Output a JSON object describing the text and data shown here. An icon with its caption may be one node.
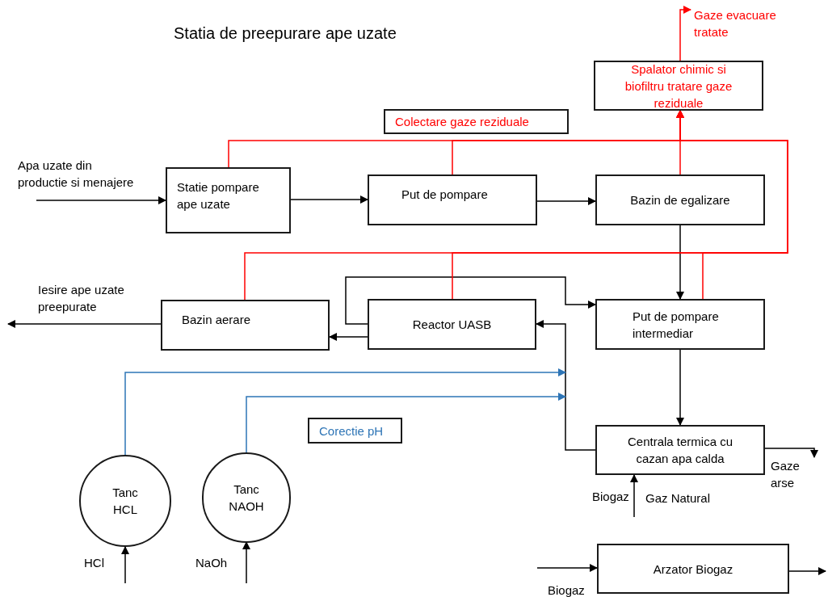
{
  "diagram": {
    "title": "Statia de preepurare ape uzate",
    "nodes": [
      {
        "text": [
          "Statie pompare ape uzate"
        ]
      },
      {
        "text": [
          "Put de pompare"
        ]
      },
      {
        "text": [
          "Bazin de egalizare"
        ]
      },
      {
        "text": [
          "Colectare gaze reziduale"
        ]
      },
      {
        "text": [
          "Spalator chimic si biofiltru tratare gaze reziduale"
        ]
      },
      {
        "text": [
          "Bazin aerare"
        ]
      },
      {
        "text": [
          "Reactor UASB"
        ]
      },
      {
        "text": [
          "Put de pompare intermediar"
        ]
      },
      {
        "text": [
          "Centrala termica cu cazan apa calda"
        ]
      },
      {
        "text": [
          "Corectie pH"
        ]
      },
      {
        "text": [
          "Tanc HCL"
        ]
      },
      {
        "text": [
          "Tanc NAOH"
        ]
      },
      {
        "text": [
          "Arzator Biogaz"
        ]
      },
      {
        "text": [
          "Gaze evacuare tratate"
        ]
      },
      {
        "text": [
          "Gaze arse"
        ]
      }
    ],
    "edges": [
      {
        "from": null,
        "to": 0,
        "arrow": "to"
      },
      {
        "from": 0,
        "to": 1,
        "arrow": "to"
      },
      {
        "from": 1,
        "to": 2,
        "arrow": "to"
      },
      {
        "from": 2,
        "to": 7,
        "arrow": "to"
      },
      {
        "from": 7,
        "to": 8,
        "arrow": "to"
      },
      {
        "from": 8,
        "to": 6,
        "arrow": "to"
      },
      {
        "from": 6,
        "to": 5,
        "arrow": "to"
      },
      {
        "from": 6,
        "to": 7,
        "arrow": "to"
      },
      {
        "from": 5,
        "to": null,
        "arrow": "to"
      },
      {
        "from": 10,
        "to": null,
        "arrow": "to",
        "color": "#2e75b6"
      },
      {
        "from": 11,
        "to": null,
        "arrow": "to",
        "color": "#2e75b6"
      },
      {
        "from": null,
        "to": 10,
        "arrow": "to"
      },
      {
        "from": null,
        "to": 11,
        "arrow": "to"
      },
      {
        "from": null,
        "to": 8,
        "arrow": "to"
      },
      {
        "from": 8,
        "to": 14,
        "arrow": "to"
      },
      {
        "from": null,
        "to": 12,
        "arrow": "to"
      },
      {
        "from": 12,
        "to": null,
        "arrow": "to"
      },
      {
        "from": 0,
        "to": 4,
        "arrow": "to",
        "color": "#ff0000"
      },
      {
        "from": 1,
        "to": 4,
        "arrow": "to",
        "color": "#ff0000"
      },
      {
        "from": 2,
        "to": 4,
        "arrow": "to",
        "color": "#ff0000"
      },
      {
        "from": 5,
        "to": 4,
        "arrow": "to",
        "color": "#ff0000"
      },
      {
        "from": 6,
        "to": 4,
        "arrow": "to",
        "color": "#ff0000"
      },
      {
        "from": 7,
        "to": 4,
        "arrow": "to",
        "color": "#ff0000"
      },
      {
        "from": 4,
        "to": 13,
        "arrow": "to",
        "color": "#ff0000"
      }
    ],
    "labels": [
      "Apa uzate din productie si menajere",
      "Iesire ape uzate preepurate",
      "Biogaz",
      "Gaz Natural",
      "HCl",
      "NaOh",
      "Biogaz"
    ]
  }
}
